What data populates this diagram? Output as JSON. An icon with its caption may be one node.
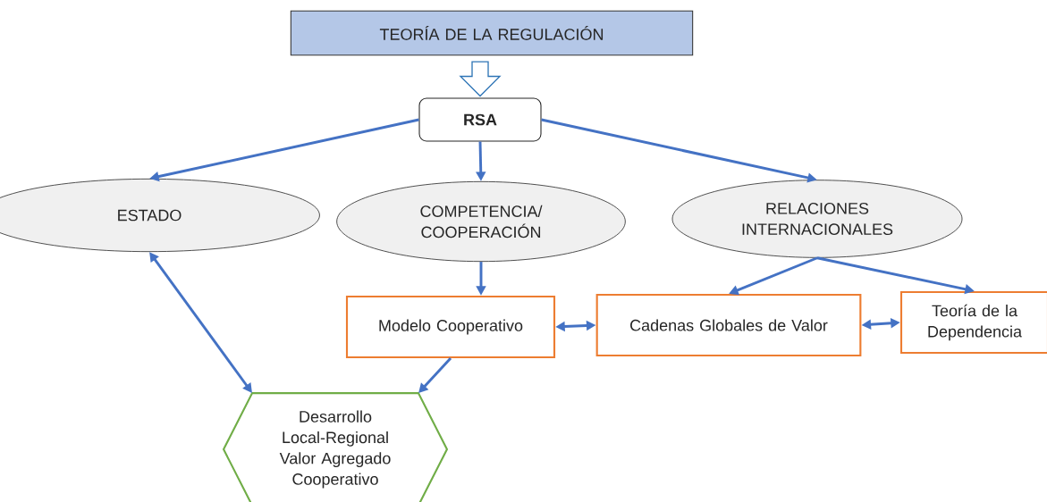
{
  "diagram": {
    "nodes": [
      {
        "text": [
          "TEORÍA DE LA REGULACIÓN"
        ]
      },
      {
        "text": [
          "RSA"
        ]
      },
      {
        "text": [
          "ESTADO"
        ]
      },
      {
        "text": [
          "COMPETENCIA/ COOPERACIÓN"
        ]
      },
      {
        "text": [
          "RELACIONES INTERNACIONALES"
        ]
      },
      {
        "text": [
          "Modelo Cooperativo"
        ]
      },
      {
        "text": [
          "Cadenas Globales de Valor"
        ]
      },
      {
        "text": [
          "Teoría de la Dependencia"
        ]
      },
      {
        "text": [
          "Desarrollo Local-Regional Valor Agregado Cooperativo"
        ]
      }
    ],
    "edges": [
      {
        "from": 0,
        "to": 1,
        "arrow": "to",
        "style": "thick",
        "color": "#2e75b6"
      },
      {
        "from": 1,
        "to": 2,
        "arrow": "to"
      },
      {
        "from": 1,
        "to": 3,
        "arrow": "to"
      },
      {
        "from": 1,
        "to": 4,
        "arrow": "to"
      },
      {
        "from": 3,
        "to": 5,
        "arrow": "to"
      },
      {
        "from": 2,
        "to": 8,
        "arrow": "both"
      },
      {
        "from": 5,
        "to": 8,
        "arrow": "to"
      },
      {
        "from": 4,
        "to": 6,
        "arrow": "to"
      },
      {
        "from": 4,
        "to": 7,
        "arrow": "to"
      },
      {
        "from": 5,
        "to": 6,
        "arrow": "both"
      },
      {
        "from": 6,
        "to": 7,
        "arrow": "both"
      }
    ]
  }
}
